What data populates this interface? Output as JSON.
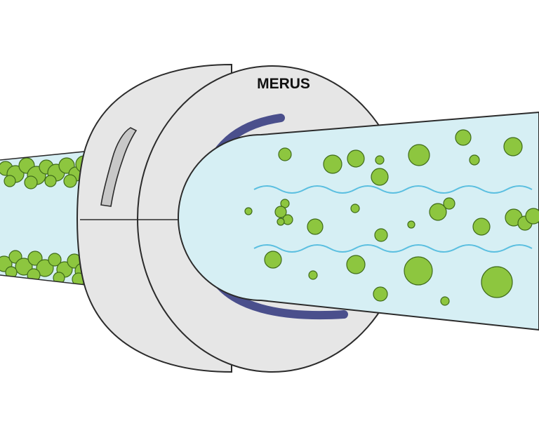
{
  "device": {
    "brand": "MERUS"
  },
  "colors": {
    "pipe_fill": "#d6eff4",
    "pipe_stroke": "#2b2b2b",
    "bubble_fill": "#8dc63f",
    "bubble_stroke": "#3f6b1a",
    "ring_fill": "#e6e6e6",
    "ring_stroke": "#2b2b2b",
    "band_color": "#4a4f8c",
    "wave_color": "#5bbfe0"
  },
  "icons": {
    "flow_waves": "wave-lines",
    "deposits": "green-bubbles"
  }
}
